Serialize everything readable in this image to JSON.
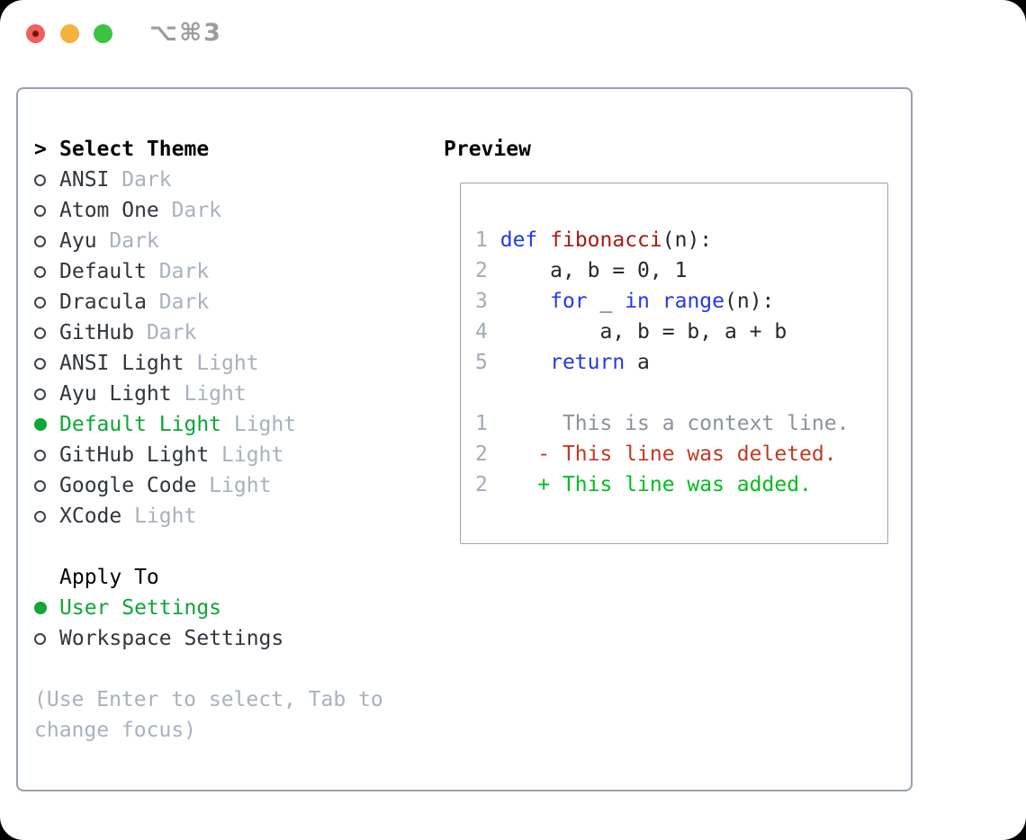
{
  "window": {
    "title_shortcut": "⌥⌘3",
    "traffic_lights": [
      "close",
      "minimize",
      "zoom"
    ]
  },
  "colors": {
    "selected_green": "#0ba737",
    "added_green": "#00bd1f",
    "deleted_red": "#c23a21",
    "keyword_blue": "#2338ee",
    "function_red": "#a81a14",
    "muted_gray": "#a8b1be",
    "panel_border": "#98a1ae"
  },
  "theme_panel": {
    "header": {
      "marker": ">",
      "label": "Select Theme"
    },
    "themes": [
      {
        "name": "ANSI",
        "variant": "Dark",
        "selected": false
      },
      {
        "name": "Atom One",
        "variant": "Dark",
        "selected": false
      },
      {
        "name": "Ayu",
        "variant": "Dark",
        "selected": false
      },
      {
        "name": "Default",
        "variant": "Dark",
        "selected": false
      },
      {
        "name": "Dracula",
        "variant": "Dark",
        "selected": false
      },
      {
        "name": "GitHub",
        "variant": "Dark",
        "selected": false
      },
      {
        "name": "ANSI Light",
        "variant": "Light",
        "selected": false
      },
      {
        "name": "Ayu Light",
        "variant": "Light",
        "selected": false
      },
      {
        "name": "Default Light",
        "variant": "Light",
        "selected": true
      },
      {
        "name": "GitHub Light",
        "variant": "Light",
        "selected": false
      },
      {
        "name": "Google Code",
        "variant": "Light",
        "selected": false
      },
      {
        "name": "XCode",
        "variant": "Light",
        "selected": false
      }
    ],
    "apply_to": {
      "label": "Apply To",
      "options": [
        {
          "name": "User Settings",
          "selected": true
        },
        {
          "name": "Workspace Settings",
          "selected": false
        }
      ]
    },
    "help_lines": [
      "(Use Enter to select, Tab to",
      "change focus)"
    ]
  },
  "preview": {
    "label": "Preview",
    "code_lines": [
      {
        "segments": [
          {
            "t": "1",
            "c": "ln"
          },
          {
            "t": " ",
            "c": "pl"
          },
          {
            "t": "def",
            "c": "kw"
          },
          {
            "t": " ",
            "c": "pl"
          },
          {
            "t": "fibonacci",
            "c": "fn"
          },
          {
            "t": "(n):",
            "c": "pl"
          }
        ]
      },
      {
        "segments": [
          {
            "t": "2",
            "c": "ln"
          },
          {
            "t": "     a, b = 0, 1",
            "c": "pl"
          }
        ]
      },
      {
        "segments": [
          {
            "t": "3",
            "c": "ln"
          },
          {
            "t": "     ",
            "c": "pl"
          },
          {
            "t": "for",
            "c": "kw"
          },
          {
            "t": " _ ",
            "c": "pl"
          },
          {
            "t": "in",
            "c": "kw"
          },
          {
            "t": " ",
            "c": "pl"
          },
          {
            "t": "range",
            "c": "kw"
          },
          {
            "t": "(n):",
            "c": "pl"
          }
        ]
      },
      {
        "segments": [
          {
            "t": "4",
            "c": "ln"
          },
          {
            "t": "         a, b = b, a + b",
            "c": "pl"
          }
        ]
      },
      {
        "segments": [
          {
            "t": "5",
            "c": "ln"
          },
          {
            "t": "     ",
            "c": "pl"
          },
          {
            "t": "return",
            "c": "kw"
          },
          {
            "t": " a",
            "c": "pl"
          }
        ]
      },
      {
        "segments": []
      },
      {
        "segments": [
          {
            "t": "1",
            "c": "ln"
          },
          {
            "t": "      This is a context line.",
            "c": "ctx"
          }
        ]
      },
      {
        "segments": [
          {
            "t": "2",
            "c": "ln"
          },
          {
            "t": "    - This line was deleted.",
            "c": "del"
          }
        ]
      },
      {
        "segments": [
          {
            "t": "2",
            "c": "ln"
          },
          {
            "t": "    + This line was added.",
            "c": "add"
          }
        ]
      }
    ]
  }
}
